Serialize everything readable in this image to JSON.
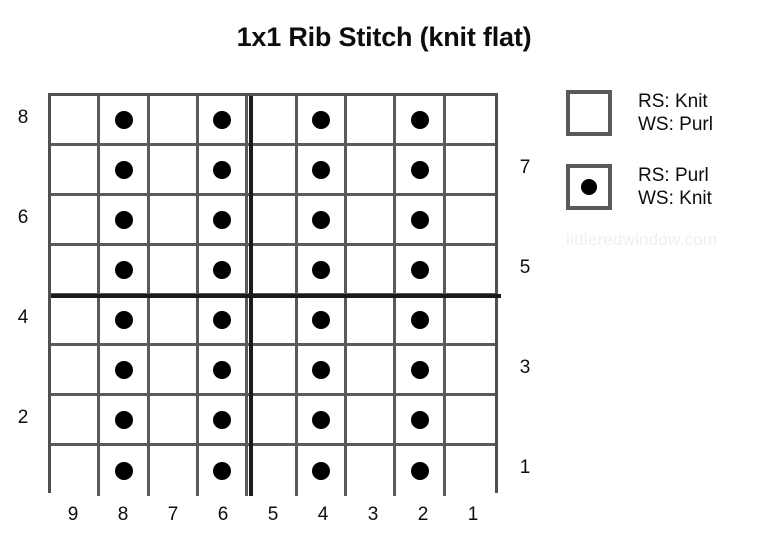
{
  "title": "1x1 Rib Stitch (knit flat)",
  "watermark": "littleredwindow.com",
  "legend": {
    "items": [
      {
        "symbol": "empty-square",
        "line1": "RS: Knit",
        "line2": "WS: Purl"
      },
      {
        "symbol": "dot-square",
        "line1": "RS: Purl",
        "line2": "WS: Knit"
      }
    ]
  },
  "chart_data": {
    "type": "table",
    "title": "1x1 Rib Stitch (knit flat)",
    "xlabel": "",
    "ylabel": "",
    "columns": 9,
    "rows": 8,
    "column_labels": [
      "9",
      "8",
      "7",
      "6",
      "5",
      "4",
      "3",
      "2",
      "1"
    ],
    "row_labels_left": [
      "8",
      "",
      "6",
      "",
      "4",
      "",
      "2",
      ""
    ],
    "row_labels_right": [
      "",
      "7",
      "",
      "5",
      "",
      "3",
      "",
      "1"
    ],
    "row_labels_top_to_bottom": [
      "8",
      "7",
      "6",
      "5",
      "4",
      "3",
      "2",
      "1"
    ],
    "symbols": {
      "knit": "empty-square",
      "purl": "dot-square"
    },
    "legend_entries": [
      {
        "symbol": "empty-square",
        "meaning": "RS: Knit / WS: Purl"
      },
      {
        "symbol": "dot-square",
        "meaning": "RS: Purl / WS: Knit"
      }
    ],
    "emphasis_lines": {
      "vertical_after_column_index": 4,
      "horizontal_after_row_index": 3
    },
    "grid": [
      [
        "knit",
        "purl",
        "knit",
        "purl",
        "knit",
        "purl",
        "knit",
        "purl",
        "knit"
      ],
      [
        "knit",
        "purl",
        "knit",
        "purl",
        "knit",
        "purl",
        "knit",
        "purl",
        "knit"
      ],
      [
        "knit",
        "purl",
        "knit",
        "purl",
        "knit",
        "purl",
        "knit",
        "purl",
        "knit"
      ],
      [
        "knit",
        "purl",
        "knit",
        "purl",
        "knit",
        "purl",
        "knit",
        "purl",
        "knit"
      ],
      [
        "knit",
        "purl",
        "knit",
        "purl",
        "knit",
        "purl",
        "knit",
        "purl",
        "knit"
      ],
      [
        "knit",
        "purl",
        "knit",
        "purl",
        "knit",
        "purl",
        "knit",
        "purl",
        "knit"
      ],
      [
        "knit",
        "purl",
        "knit",
        "purl",
        "knit",
        "purl",
        "knit",
        "purl",
        "knit"
      ],
      [
        "knit",
        "purl",
        "knit",
        "purl",
        "knit",
        "purl",
        "knit",
        "purl",
        "knit"
      ]
    ]
  },
  "colors": {
    "grid_line": "#5a5a5a",
    "emphasis_line": "#1a1a1a",
    "symbol": "#000000",
    "text": "#0d0d0d",
    "watermark": "#efefef",
    "background": "#ffffff"
  }
}
